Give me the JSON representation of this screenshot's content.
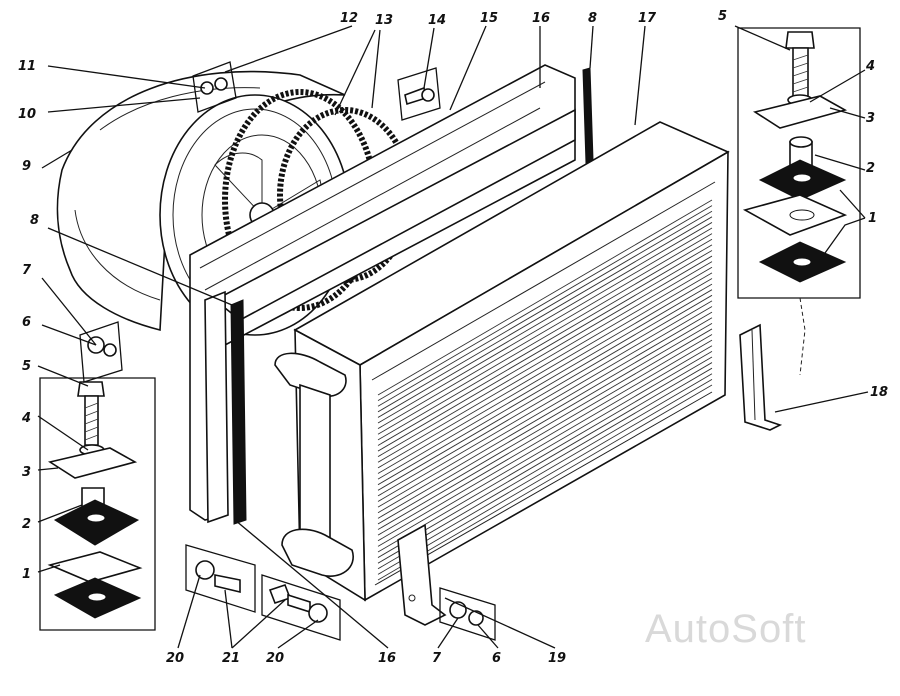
{
  "labels": {
    "l11": "11",
    "l10": "10",
    "l9": "9",
    "l12": "12",
    "l13": "13",
    "l14": "14",
    "l15": "15",
    "l16top": "16",
    "l8top": "8",
    "l17": "17",
    "l5top": "5",
    "l4top": "4",
    "l3top": "3",
    "l2top": "2",
    "l1top": "1",
    "l8left": "8",
    "l7left": "7",
    "l6left": "6",
    "l5left": "5",
    "l4left": "4",
    "l3left": "3",
    "l2left": "2",
    "l1left": "1",
    "l18": "18",
    "l20a": "20",
    "l21": "21",
    "l20b": "20",
    "l16bottom": "16",
    "l7bottom": "7",
    "l6bottom": "6",
    "l19": "19"
  },
  "watermark": "AutoSoft"
}
